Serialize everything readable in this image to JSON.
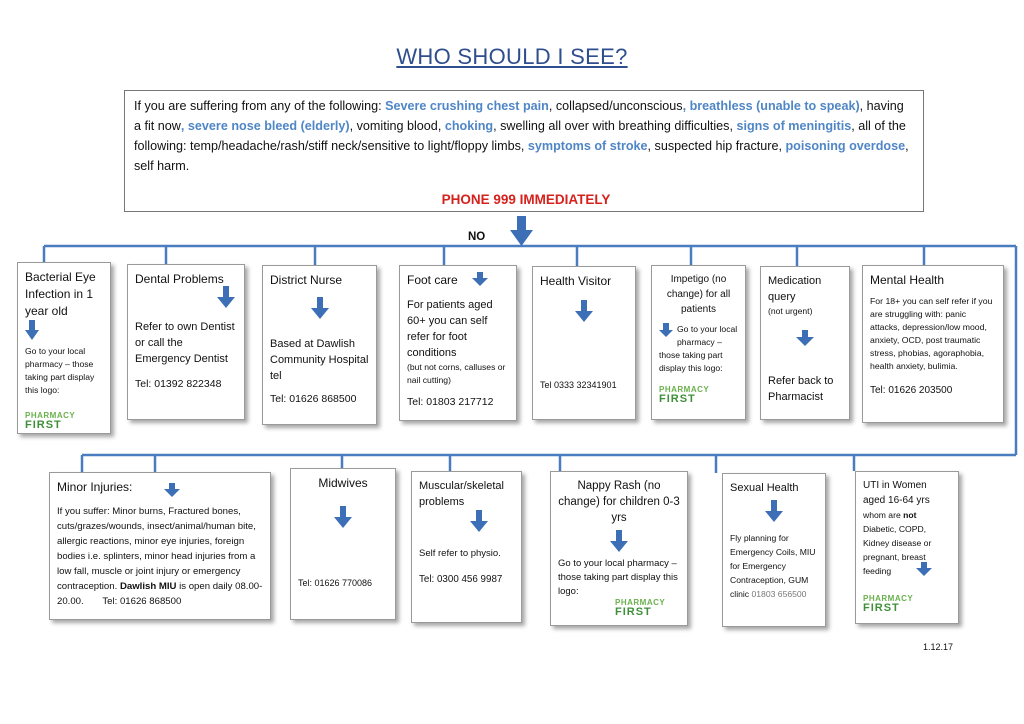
{
  "title": "WHO SHOULD I SEE?",
  "emergency": {
    "s1": "If you are suffering from any of the following:  ",
    "h1": "Severe crushing chest pain",
    "s2": ", collapsed/unconscious",
    "h2": ", breathless (unable to speak)",
    "s3": ", having a fit now",
    "h3": ", severe nose bleed (elderly)",
    "s4": ", vomiting blood, ",
    "h4": "choking",
    "s5": ", swelling all over with breathing difficulties, ",
    "h5": "signs of meningitis",
    "s6": ", all of the following:  temp/headache/rash/stiff neck/sensitive to light/floppy limbs, ",
    "h6": "symptoms of stroke",
    "s7": ", suspected hip fracture, ",
    "h7": "poisoning overdose",
    "s8": ", self harm.",
    "phone": "PHONE 999 IMMEDIATELY",
    "no": "NO"
  },
  "pharmacy_logo": {
    "top": "PHARMACY",
    "bottom": "FIRST"
  },
  "row1": [
    {
      "title": "Bacterial Eye Infection in 1 year old",
      "body": "Go to your local pharmacy – those taking part display this logo:"
    },
    {
      "title": "Dental Problems",
      "body": "Refer to own Dentist or call the Emergency Dentist",
      "tel": "Tel: 01392 822348"
    },
    {
      "title": "District Nurse",
      "body": "Based at Dawlish Community Hospital tel",
      "tel": "Tel: 01626 868500"
    },
    {
      "title": "Foot care",
      "body": "For patients aged 60+   you can self refer for foot conditions",
      "note": "(but not corns, calluses or nail cutting)",
      "tel": "Tel:  01803 217712"
    },
    {
      "title": "Health Visitor",
      "tel": "Tel 0333 32341901"
    },
    {
      "title": "Impetigo (no change) for all patients",
      "body": "Go to your local pharmacy – those taking part display this logo:"
    },
    {
      "title": "Medication query",
      "note": "(not urgent)",
      "body": "Refer back to Pharmacist"
    },
    {
      "title": "Mental Health",
      "body": "For 18+ you can self refer if you are struggling with: panic attacks, depression/low mood, anxiety, OCD, post traumatic stress, phobias, agoraphobia, health anxiety, bulimia.",
      "tel": "Tel: 01626 203500"
    }
  ],
  "row2": [
    {
      "title": "Minor Injuries:",
      "body": "If you suffer:  Minor burns, Fractured bones, cuts/grazes/wounds, insect/animal/human bite, allergic reactions, minor eye injuries, foreign bodies i.e. splinters, minor head injuries from a low fall, muscle or joint injury or emergency contraception.  ",
      "bold": "Dawlish MIU",
      "body2": " is open daily 08.00-20.00.",
      "tel": "Tel: 01626 868500"
    },
    {
      "title": "Midwives",
      "tel": "Tel: 01626 770086"
    },
    {
      "title": "Muscular/skeletal problems",
      "body": "Self refer to physio.",
      "tel": "Tel: 0300 456 9987"
    },
    {
      "title": "Nappy Rash (no change) for children 0-3 yrs",
      "body": "Go to your local pharmacy – those taking part display this logo:"
    },
    {
      "title": "Sexual Health",
      "body": "Fly planning for Emergency Coils, MIU for Emergency Contraception, GUM clinic",
      "tel": "01803 656500"
    },
    {
      "title": "UTI in Women aged 16-64 yrs",
      "body1": "whom are ",
      "bold": "not",
      "body2": " Diabetic, COPD, Kidney disease or pregnant, breast feeding"
    }
  ],
  "date": "1.12.17",
  "colors": {
    "arrow": "#3d6fb6",
    "line": "#4a7cc0",
    "highlight": "#4f86c6",
    "phone": "#d6221d",
    "title": "#2e4e8e",
    "logo_green": "#3f8f3a"
  }
}
